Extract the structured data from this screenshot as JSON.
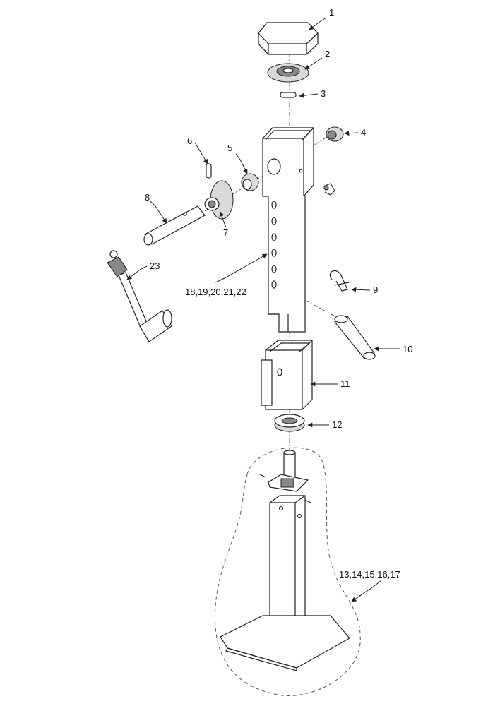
{
  "callouts": [
    {
      "id": "c1",
      "label": "1"
    },
    {
      "id": "c2",
      "label": "2"
    },
    {
      "id": "c3",
      "label": "3"
    },
    {
      "id": "c4",
      "label": "4"
    },
    {
      "id": "c5",
      "label": "5"
    },
    {
      "id": "c6",
      "label": "6"
    },
    {
      "id": "c7",
      "label": "7"
    },
    {
      "id": "c8",
      "label": "8"
    },
    {
      "id": "c9",
      "label": "9"
    },
    {
      "id": "c10",
      "label": "10"
    },
    {
      "id": "c11",
      "label": "11"
    },
    {
      "id": "c12",
      "label": "12"
    },
    {
      "id": "c13",
      "label": "13,14,15,16,17"
    },
    {
      "id": "c18",
      "label": "18,19,20,21,22"
    },
    {
      "id": "c23",
      "label": "23"
    }
  ]
}
